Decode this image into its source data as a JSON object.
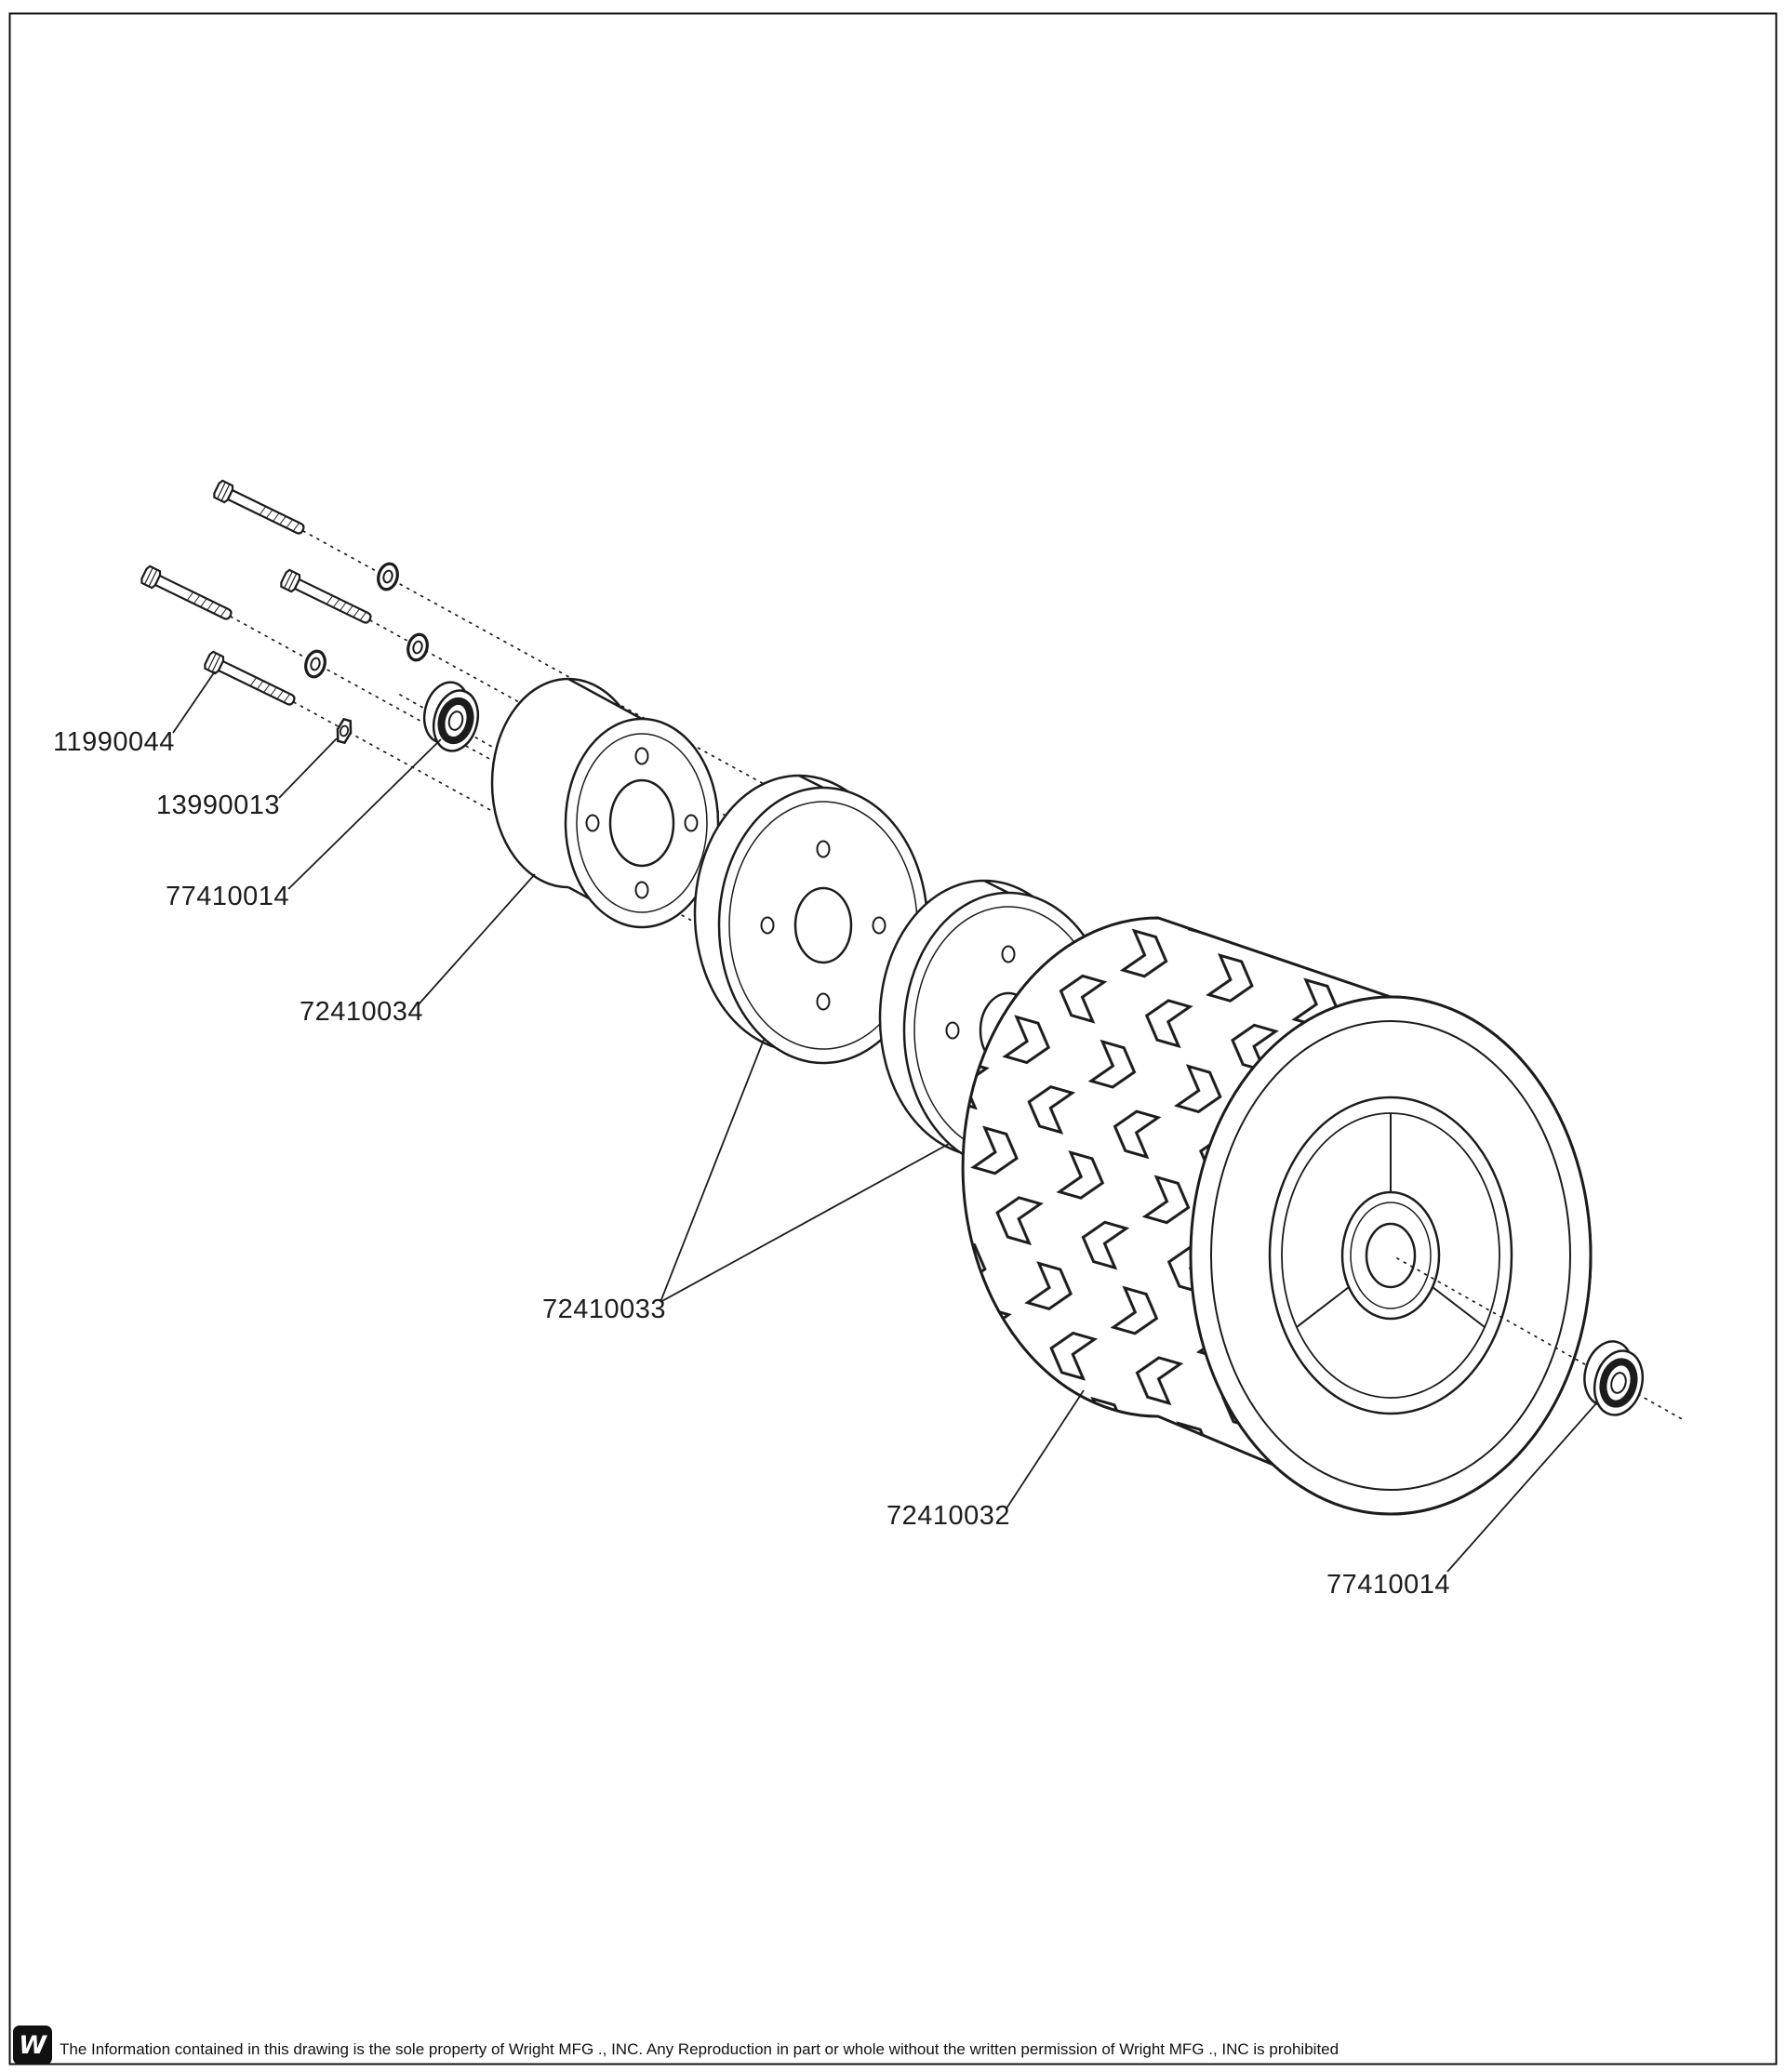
{
  "document": {
    "type": "exploded-parts-diagram",
    "subject": "Wheel Assembly"
  },
  "part_labels": [
    {
      "id": "11990044",
      "part": "bolt"
    },
    {
      "id": "13990013",
      "part": "nut"
    },
    {
      "id": "77410014",
      "part": "bearing-left"
    },
    {
      "id": "72410034",
      "part": "hub"
    },
    {
      "id": "72410033",
      "part": "spacer-discs"
    },
    {
      "id": "72410032",
      "part": "tire-and-wheel"
    },
    {
      "id": "77410014",
      "part": "bearing-right"
    }
  ],
  "footer": {
    "logo": "W",
    "disclaimer": "The Information contained in this drawing is the sole property of Wright MFG ., INC. Any Reproduction in part or whole without the written permission of Wright MFG ., INC is prohibited"
  },
  "colors": {
    "ink": "#1c1c1c",
    "background": "#ffffff"
  }
}
